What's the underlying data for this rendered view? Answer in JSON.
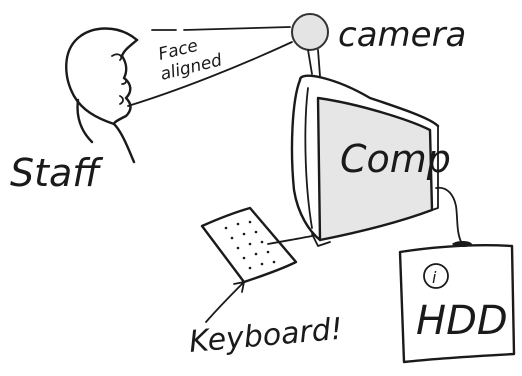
{
  "labels": {
    "camera": "camera",
    "face_line1": "Face",
    "face_line2": "aligned",
    "staff": "Staff",
    "comp": "Comp",
    "hdd_info_glyph": "i",
    "hdd": "HDD",
    "keyboard": "Keyboard!"
  }
}
